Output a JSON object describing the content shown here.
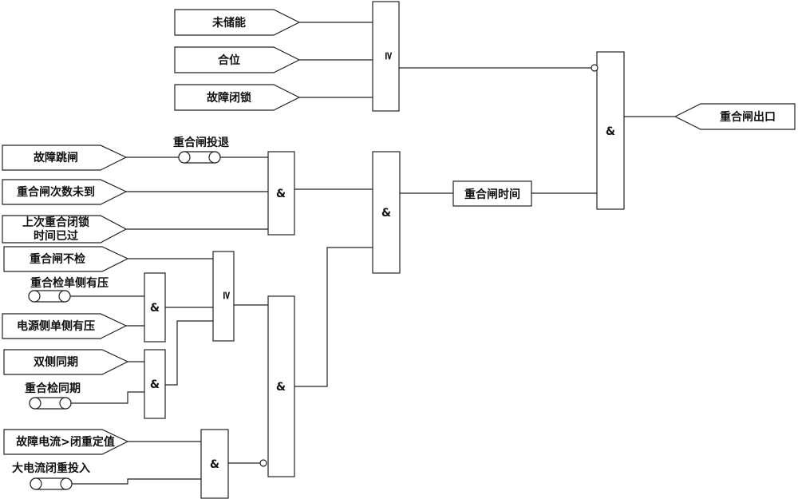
{
  "inputs": {
    "not_stored": "未储能",
    "closed_pos": "合位",
    "fault_lock": "故障闭锁",
    "fault_trip": "故障跳闸",
    "count_not_reached": "重合闸次数未到",
    "last_lock_line1": "上次重合闭锁",
    "last_lock_line2": "时间已过",
    "no_check": "重合闸不检",
    "power_side_single": "电源侧单侧有压",
    "both_sync": "双侧同期",
    "fault_current": "故障电流>闭重定值"
  },
  "switches": {
    "reclose_enable": "重合闸投退",
    "check_single_side": "重合检单侧有压",
    "check_sync": "重合检同期",
    "high_current_enable": "大电流闭重投入"
  },
  "gates": {
    "or_symbol": "≥",
    "and_symbol": "&"
  },
  "timer": {
    "label": "重合闸时间"
  },
  "output": {
    "label": "重合闸出口"
  }
}
